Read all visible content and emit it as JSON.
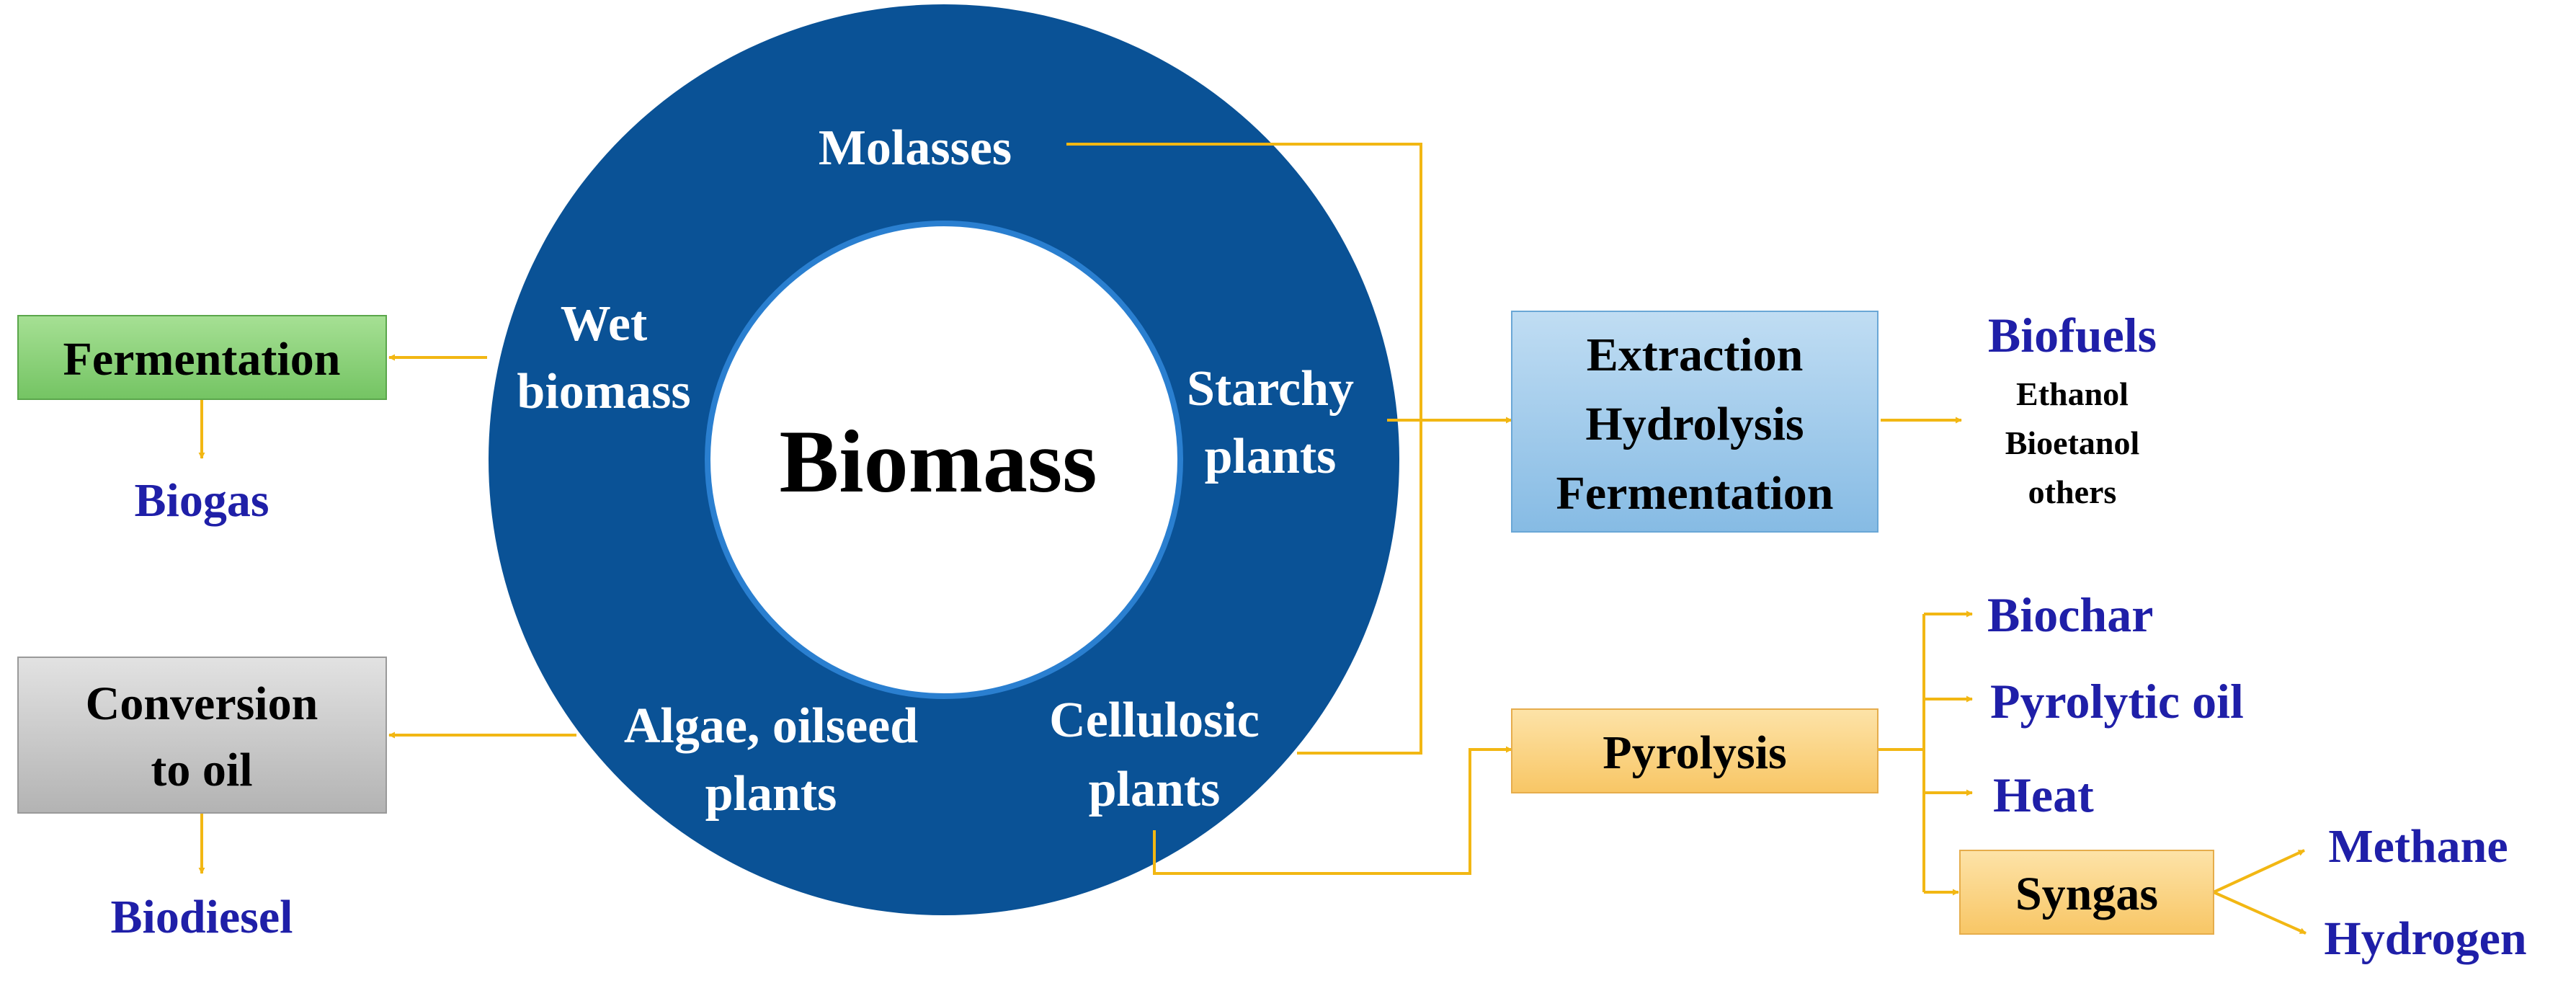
{
  "center": {
    "label": "Biomass"
  },
  "ring": {
    "molasses": "Molasses",
    "wet_biomass": [
      "Wet",
      "biomass"
    ],
    "starchy_plants": [
      "Starchy",
      "plants"
    ],
    "algae_oilseed": [
      "Algae, oilseed",
      "plants"
    ],
    "cellulosic": [
      "Cellulosic",
      "plants"
    ]
  },
  "left": {
    "fermentation": "Fermentation",
    "biogas": "Biogas",
    "conversion": [
      "Conversion",
      "to oil"
    ],
    "biodiesel": "Biodiesel"
  },
  "right": {
    "ehf_box": [
      "Extraction",
      "Hydrolysis",
      "Fermentation"
    ],
    "biofuels_title": "Biofuels",
    "biofuels_items": [
      "Ethanol",
      "Bioetanol",
      "others"
    ],
    "pyrolysis": "Pyrolysis",
    "pyrolysis_outputs": [
      "Biochar",
      "Pyrolytic oil",
      "Heat"
    ],
    "syngas": "Syngas",
    "syngas_outputs": [
      "Methane",
      "Hydrogen"
    ]
  },
  "colors": {
    "ring": "#0a5296",
    "ring_edge": "#2a7fd0",
    "arrow": "#f2b713",
    "product_text": "#1f1fa8",
    "fermentation_box": "#8cd47c",
    "conversion_box": "#c8c8c8",
    "ehf_box": "#9fcbe9",
    "pyrolysis_box": "#fbd688"
  }
}
